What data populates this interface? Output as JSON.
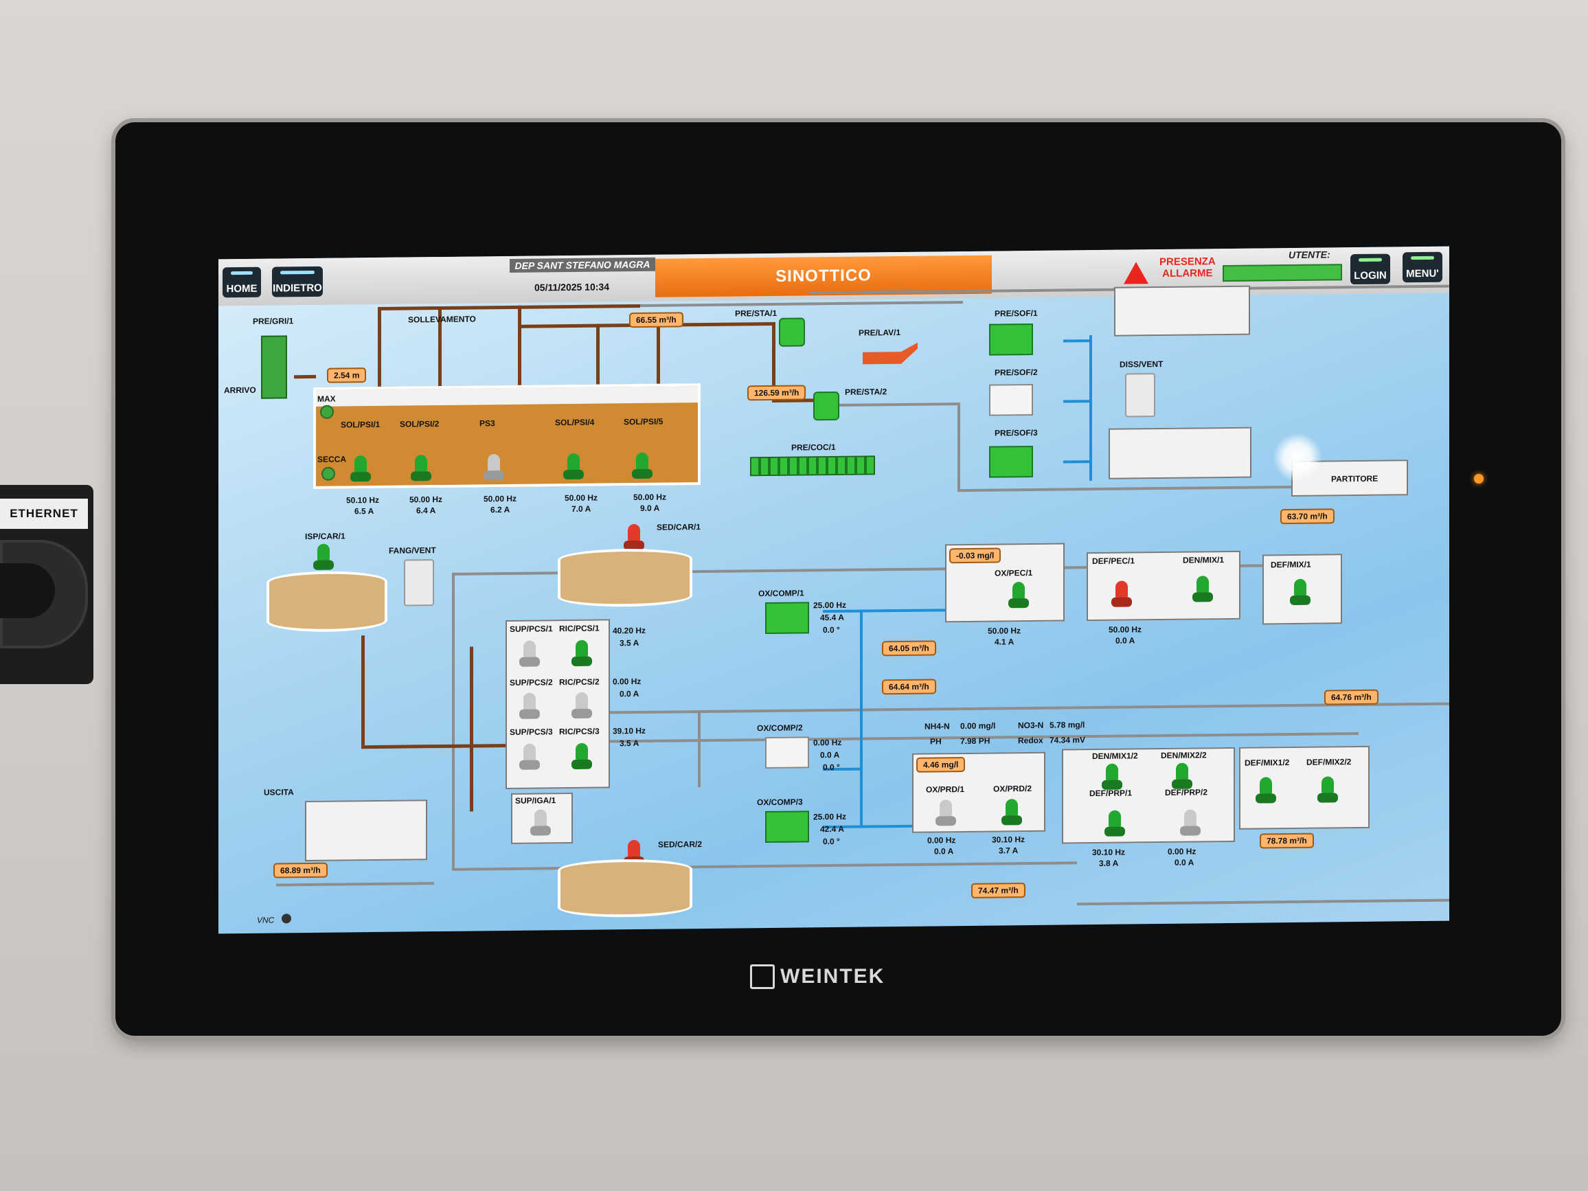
{
  "side_panel": {
    "label": "ETHERNET"
  },
  "device": {
    "brand": "WEINTEK"
  },
  "header": {
    "home": "HOME",
    "back": "INDIETRO",
    "plant": "DEP SANT STEFANO MAGRA",
    "datetime": "05/11/2025 10:34",
    "title": "SINOTTICO",
    "alarm_line1": "PRESENZA",
    "alarm_line2": "ALLARME",
    "user_label": "UTENTE:",
    "login": "LOGIN",
    "menu": "MENU'"
  },
  "colors": {
    "accent": "#e86d10",
    "alarm": "#e8261e",
    "running": "#22a82e",
    "screen_bg": "#a9d5f1"
  },
  "tags": {
    "pregri": "PRE/GRI/1",
    "arrivo": "ARRIVO",
    "sollevamento": "SOLLEVAMENTO",
    "max": "MAX",
    "secca": "SECCA",
    "psi1": "SOL/PSI/1",
    "psi2": "SOL/PSI/2",
    "ps3": "PS3",
    "psi4": "SOL/PSI/4",
    "psi5": "SOL/PSI/5",
    "presta1": "PRE/STA/1",
    "prelav1": "PRE/LAV/1",
    "presta2": "PRE/STA/2",
    "precoc1": "PRE/COC/1",
    "presof1": "PRE/SOF/1",
    "presof2": "PRE/SOF/2",
    "presof3": "PRE/SOF/3",
    "dissvent": "DISS/VENT",
    "partitore": "PARTITORE",
    "ispcar1": "ISP/CAR/1",
    "fangvent": "FANG/VENT",
    "sedcar1": "SED/CAR/1",
    "sedcar2": "SED/CAR/2",
    "oxcomp1": "OX/COMP/1",
    "oxcomp2": "OX/COMP/2",
    "oxcomp3": "OX/COMP/3",
    "oxpec1": "OX/PEC/1",
    "defpec1": "DEF/PEC/1",
    "denmix1": "DEN/MIX/1",
    "defmix1": "DEF/MIX/1",
    "suppcs1": "SUP/PCS/1",
    "ricpcs1": "RIC/PCS/1",
    "suppcs2": "SUP/PCS/2",
    "ricpcs2": "RIC/PCS/2",
    "suppcs3": "SUP/PCS/3",
    "ricpcs3": "RIC/PCS/3",
    "supiga1": "SUP/IGA/1",
    "uscita": "USCITA",
    "oxprd1": "OX/PRD/1",
    "oxprd2": "OX/PRD/2",
    "denmix12": "DEN/MIX1/2",
    "denmix22": "DEN/MIX2/2",
    "defprp1": "DEF/PRP/1",
    "defprp2": "DEF/PRP/2",
    "defmix12": "DEF/MIX1/2",
    "defmix22": "DEF/MIX2/2",
    "vnc": "VNC"
  },
  "flows": {
    "f1": "66.55 m³/h",
    "level": "2.54 m",
    "f2": "126.59 m³/h",
    "f3": "63.70 m³/h",
    "oxpec": "-0.03 mg/l",
    "f4": "64.05 m³/h",
    "f5": "64.64 m³/h",
    "f6": "64.76 m³/h",
    "oxprd": "4.46 mg/l",
    "f7": "78.78 m³/h",
    "f8": "74.47 m³/h",
    "f9": "68.89 m³/h"
  },
  "lift_pumps": [
    {
      "hz": "50.10 Hz",
      "amp": "6.5 A"
    },
    {
      "hz": "50.00 Hz",
      "amp": "6.4 A"
    },
    {
      "hz": "50.00 Hz",
      "amp": "6.2 A"
    },
    {
      "hz": "50.00 Hz",
      "amp": "7.0 A"
    },
    {
      "hz": "50.00 Hz",
      "amp": "9.0 A"
    }
  ],
  "pcs": {
    "p1_hz": "40.20 Hz",
    "p1_a": "3.5 A",
    "p2_hz": "0.00 Hz",
    "p2_a": "0.0 A",
    "p3_hz": "39.10 Hz",
    "p3_a": "3.5 A"
  },
  "oxcomp": {
    "c1_hz": "25.00 Hz",
    "c1_a": "45.4 A",
    "c1_deg": "0.0 °",
    "c2_hz": "0.00 Hz",
    "c2_a": "0.0 A",
    "c2_deg": "0.0 °",
    "c3_hz": "25.00 Hz",
    "c3_a": "42.4 A",
    "c3_deg": "0.0 °"
  },
  "pec": {
    "ox_hz": "50.00 Hz",
    "ox_a": "4.1 A",
    "def_hz": "50.00 Hz",
    "def_a": "0.0 A"
  },
  "analyzer": {
    "nh4_lbl": "NH4-N",
    "nh4_val": "0.00 mg/l",
    "no3_lbl": "NO3-N",
    "no3_val": "5.78 mg/l",
    "ph_lbl": "PH",
    "ph_val": "7.98 PH",
    "redox_lbl": "Redox",
    "redox_val": "74.34 mV"
  },
  "prd": {
    "p1_hz": "0.00 Hz",
    "p1_a": "0.0 A",
    "p2_hz": "30.10 Hz",
    "p2_a": "3.7 A"
  },
  "prp": {
    "p1_hz": "30.10 Hz",
    "p1_a": "3.8 A",
    "p2_hz": "0.00 Hz",
    "p2_a": "0.0 A"
  }
}
